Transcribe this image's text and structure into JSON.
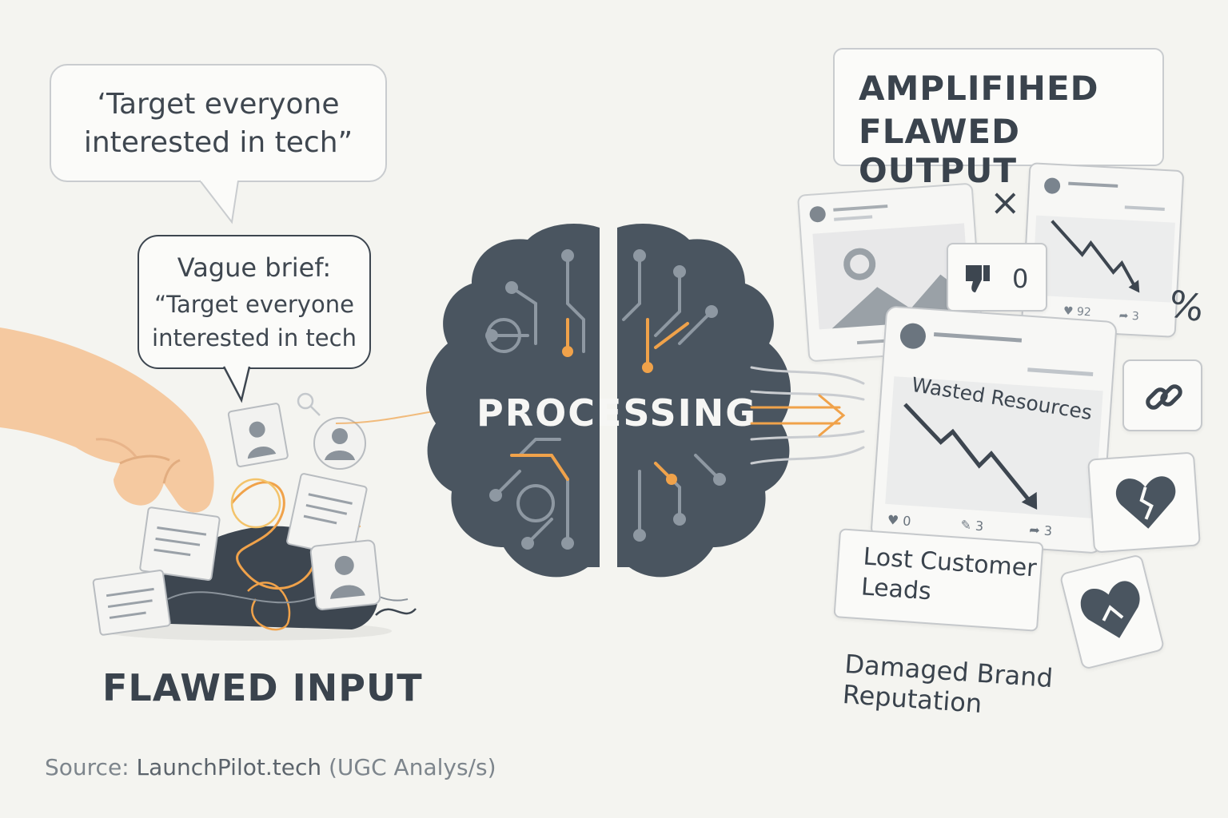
{
  "quote_bubble": {
    "text_line1": "‘Target everyone",
    "text_line2": "interested in tech”"
  },
  "brief_bubble": {
    "line1": "Vague brief:",
    "line2": "“Target everyone",
    "line3": "interested in tech"
  },
  "input_label": "FLAWED INPUT",
  "processing_label": "PROCESSING",
  "output_title": {
    "line1": "AMPLIFIHED",
    "line2": "FLAWED OUTPUT"
  },
  "wasted_card": {
    "title": "Wasted Resources",
    "stat_like": "0",
    "stat_comment": "3",
    "stat_share": "3"
  },
  "small_card": {
    "stat_like": "92",
    "stat_share": "3"
  },
  "dislike_chip": {
    "count": "0"
  },
  "lost_leads": {
    "line1": "Lost Customer",
    "line2": "Leads"
  },
  "brand_label": {
    "line1": "Damaged Brand",
    "line2": "Reputation"
  },
  "percent_symbol": "%",
  "close_symbol": "×",
  "source": {
    "prefix": "Source: ",
    "name": "LaunchPilot.tech",
    "suffix": " (UGC Analys/s)"
  },
  "colors": {
    "brain": "#4a5560",
    "accent": "#f0a24a",
    "background": "#f4f4f0"
  }
}
